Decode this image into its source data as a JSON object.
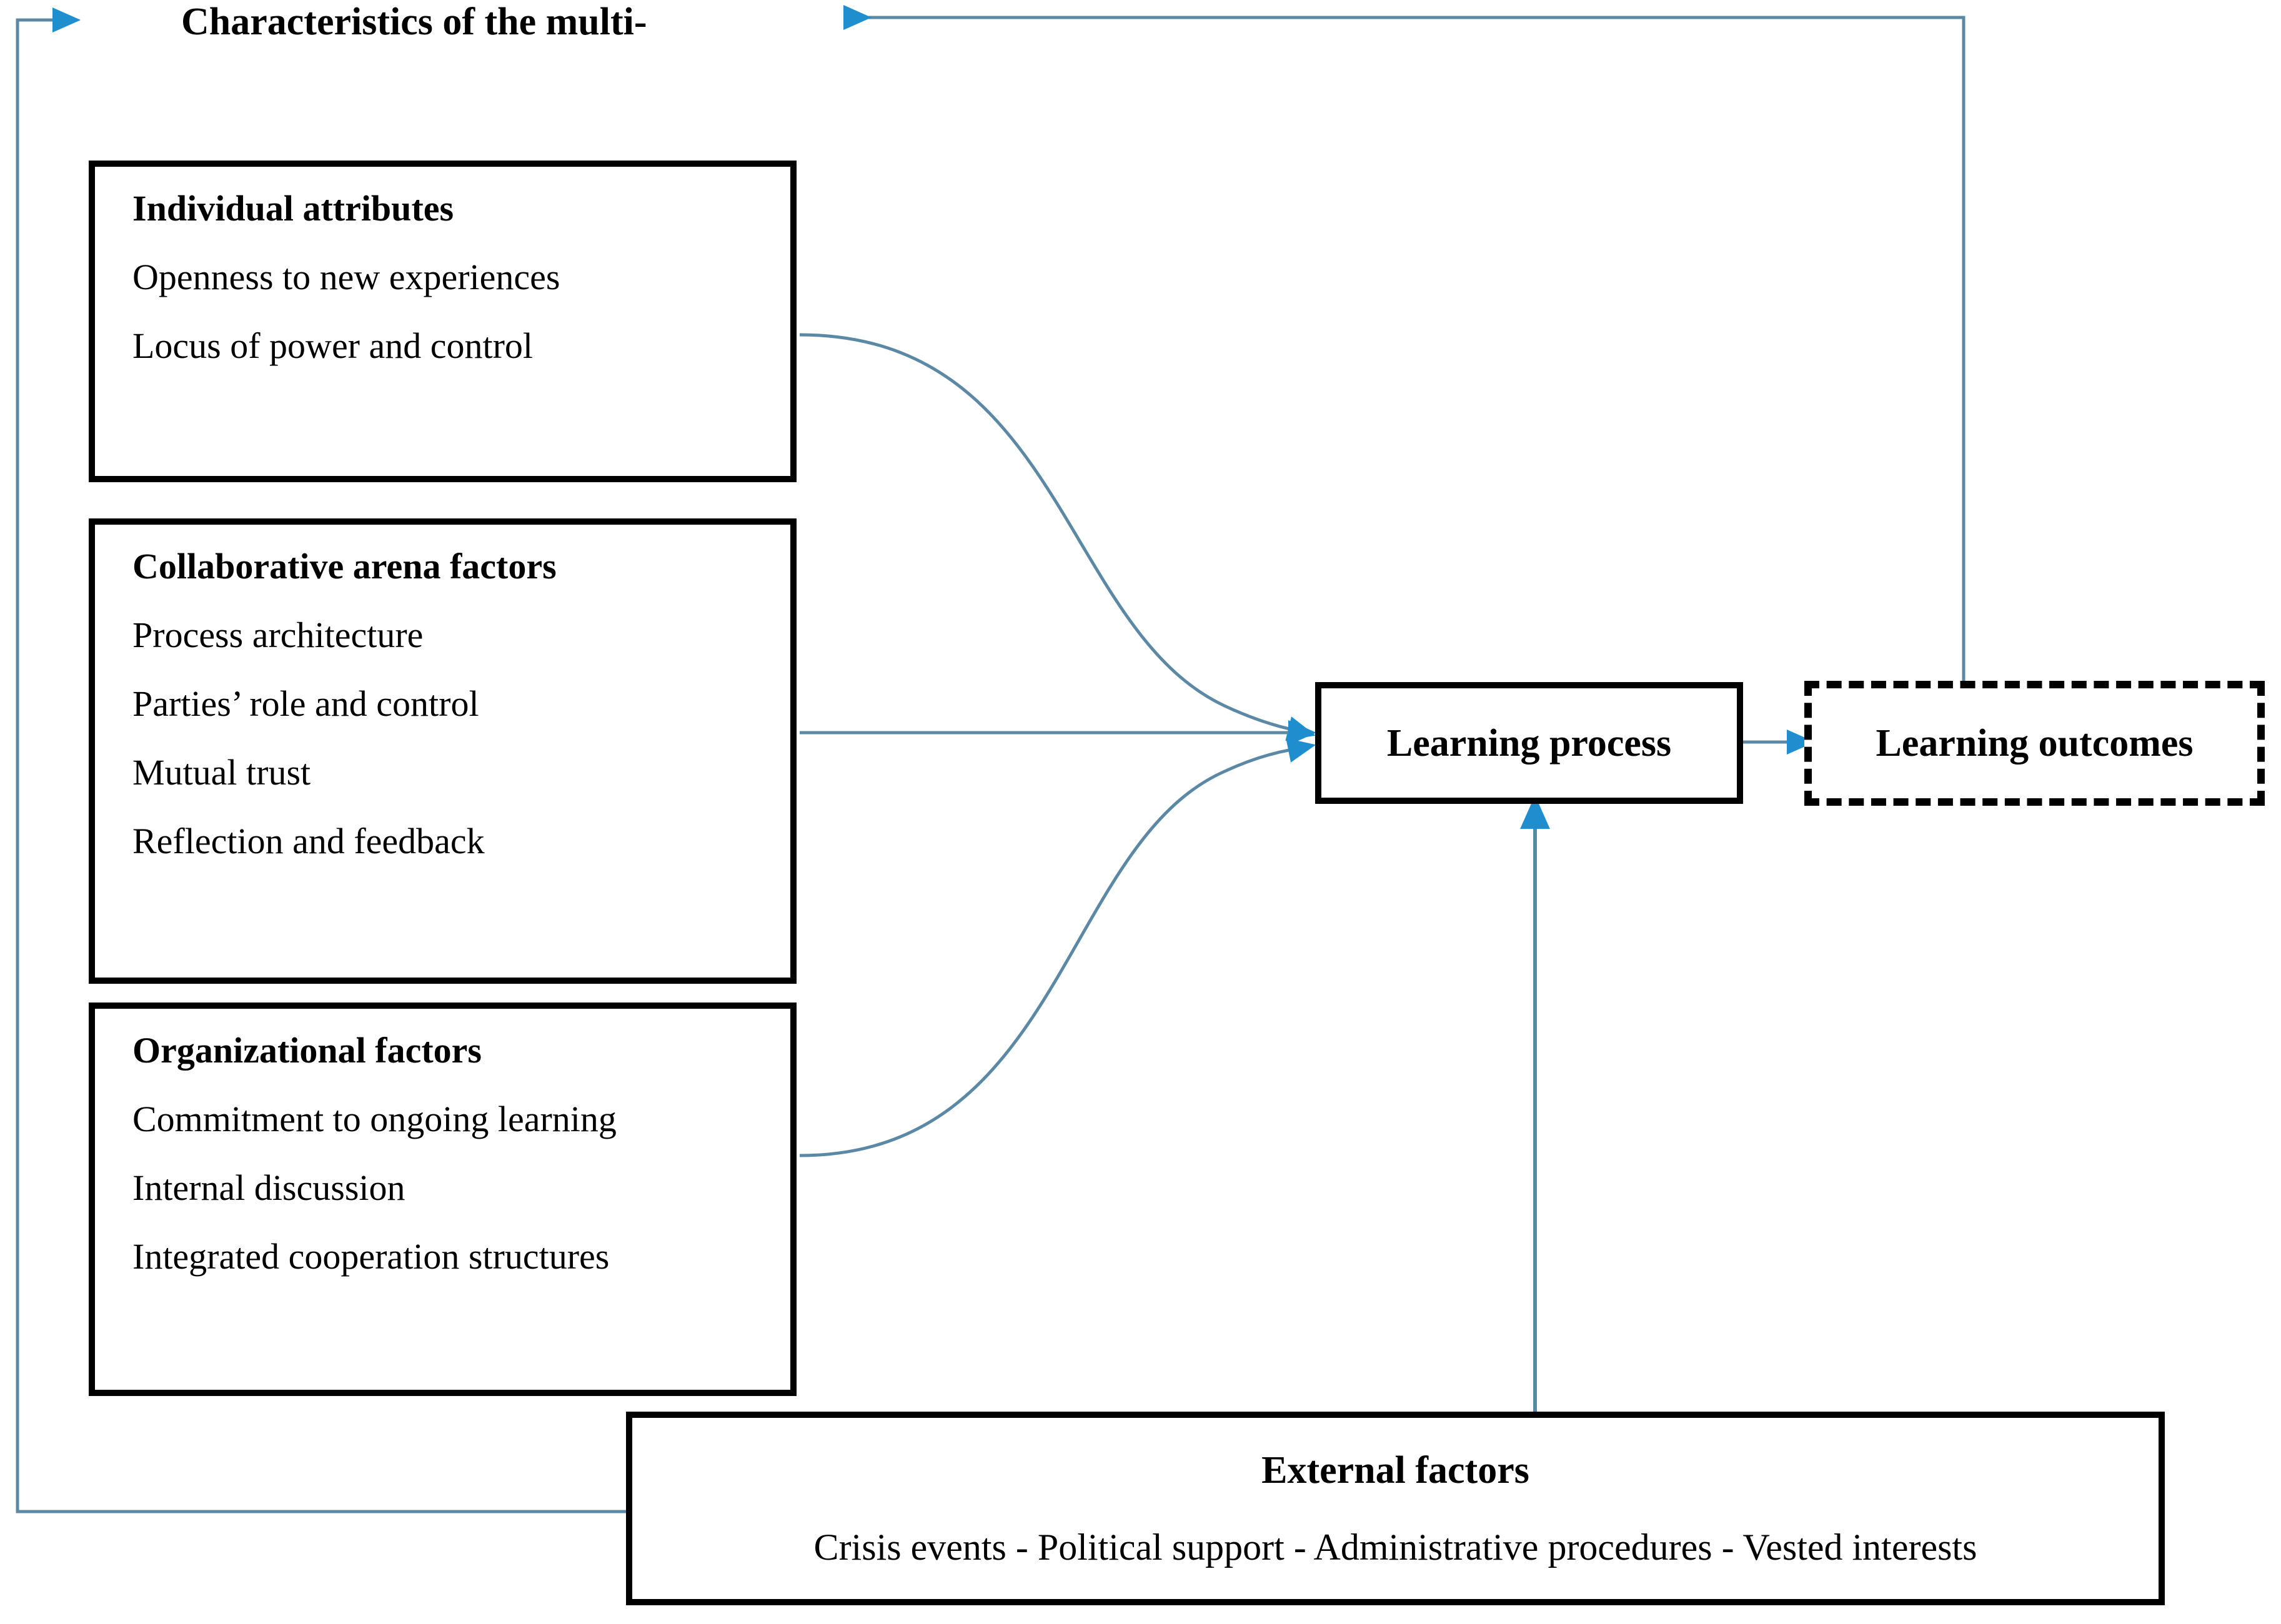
{
  "diagram": {
    "heading": "Characteristics of the multi-",
    "accent_color": "#1f8ecf",
    "line_color": "#5b88a5",
    "border_color": "#000000",
    "boxes": {
      "individual": {
        "title": "Individual attributes",
        "items": [
          "Openness to new experiences",
          "Locus of power and control"
        ]
      },
      "collaborative": {
        "title": "Collaborative arena factors",
        "items": [
          "Process architecture",
          "Parties’ role and control",
          "Mutual trust",
          "Reflection and feedback"
        ]
      },
      "organizational": {
        "title": "Organizational factors",
        "items": [
          "Commitment to ongoing learning",
          "Internal discussion",
          "Integrated cooperation structures"
        ]
      },
      "learning_process": {
        "title": "Learning process"
      },
      "learning_outcomes": {
        "title": "Learning outcomes"
      },
      "external": {
        "title": "External factors",
        "items": [
          "Crisis events - Political support - Administrative procedures - Vested interests"
        ]
      }
    },
    "arrows": [
      {
        "name": "individual-to-learning-process",
        "style": "curved"
      },
      {
        "name": "collaborative-to-learning-process",
        "style": "straight"
      },
      {
        "name": "organizational-to-learning-process",
        "style": "curved"
      },
      {
        "name": "learning-process-to-learning-outcomes",
        "style": "straight"
      },
      {
        "name": "external-to-learning-process",
        "style": "straight-up"
      },
      {
        "name": "learning-outcomes-feedback-to-heading",
        "style": "elbow"
      },
      {
        "name": "external-feedback-to-heading",
        "style": "elbow"
      }
    ]
  }
}
